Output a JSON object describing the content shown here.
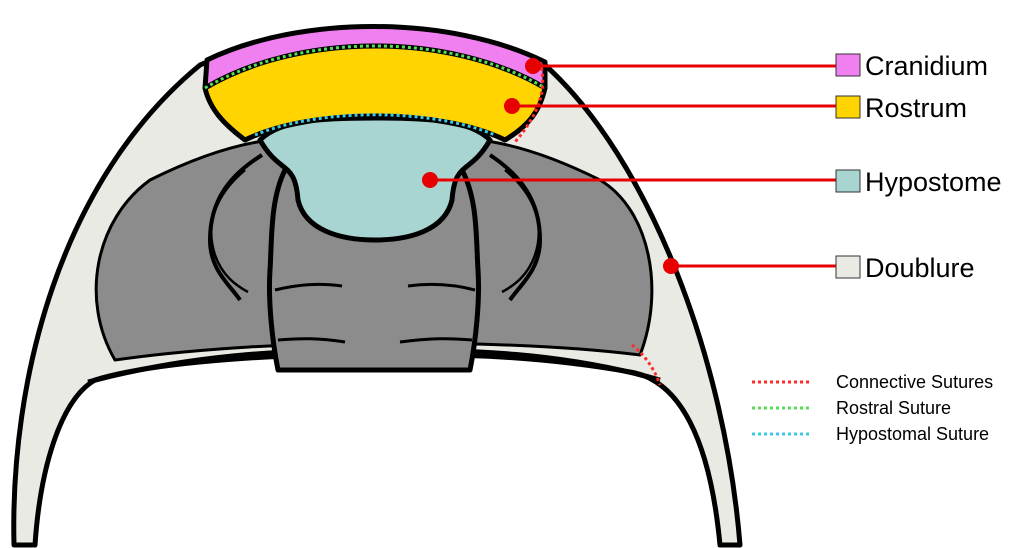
{
  "parts": [
    {
      "name": "Cranidium",
      "color": "#f07ff0"
    },
    {
      "name": "Rostrum",
      "color": "#ffd400"
    },
    {
      "name": "Hypostome",
      "color": "#a8d5d2"
    },
    {
      "name": "Doublure",
      "color": "#eaeae4"
    }
  ],
  "sutures": [
    {
      "name": "Connective Sutures",
      "color": "#ff2a2a"
    },
    {
      "name": "Rostral Suture",
      "color": "#55e055"
    },
    {
      "name": "Hypostomal Suture",
      "color": "#3cc8e8"
    }
  ],
  "colors": {
    "pointer": "#e60000",
    "body_gray": "#8c8c8c",
    "outline": "#000000"
  }
}
